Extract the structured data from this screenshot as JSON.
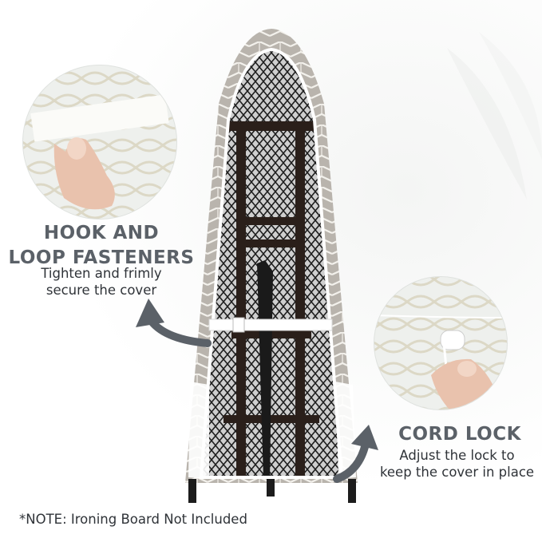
{
  "hook_and_loop": {
    "heading_line1": "HOOK AND",
    "heading_line2": "LOOP FASTENERS",
    "description_line1": "Tighten and frimly",
    "description_line2": "secure the cover"
  },
  "cord_lock": {
    "heading": "CORD LOCK",
    "description_line1": "Adjust the lock to",
    "description_line2": "keep the cover in place"
  },
  "note": "*NOTE: Ironing Board Not Included",
  "colors": {
    "heading": "#5b6168",
    "body_text": "#2f3338",
    "arrow": "#5b6168",
    "cover_base": "#b9b4ad",
    "cover_chevron": "#f3f1ec",
    "mesh": "#1e1e1e",
    "binding": "#ffffff"
  }
}
